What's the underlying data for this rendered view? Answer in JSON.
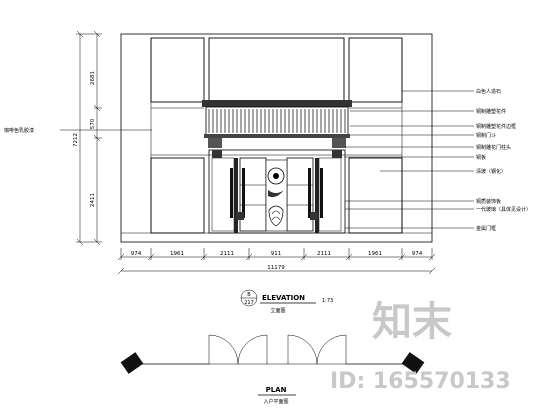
{
  "elevation": {
    "title": "ELEVATION",
    "tag_top": "B",
    "tag_bottom": "217",
    "scale": "1:73",
    "subtitle": "立面图"
  },
  "plan": {
    "title": "PLAN",
    "subtitle": "入户平面图"
  },
  "dimensions": {
    "widths": [
      "974",
      "1961",
      "2111",
      "911",
      "2111",
      "1961",
      "974"
    ],
    "total": "11179",
    "heights": [
      "2681",
      "570",
      "2411"
    ],
    "overall_height": "7212"
  },
  "labels": {
    "left": "咖啡色乳胶漆",
    "right": [
      "白色人造石",
      "铜制雕塑花件",
      "铜制雕塑花件边框",
      "铜制门斗",
      "铜制雕花门柱头",
      "铜板",
      "清玻（钢化）",
      "铜质装饰板",
      "一代玻璃（具体见设计）",
      "金属门框"
    ]
  },
  "watermark": {
    "logo": "知末",
    "id": "ID: 165570133"
  }
}
